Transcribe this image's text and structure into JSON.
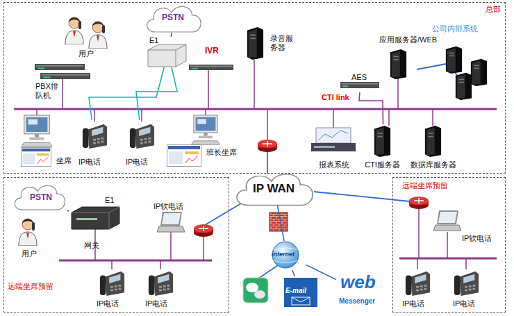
{
  "diagram": {
    "nodes": [
      {
        "text": [
          "总部"
        ]
      },
      {
        "text": [
          "用户"
        ],
        "in": 0
      },
      {
        "text": [
          "PSTN"
        ],
        "in": 0
      },
      {
        "text": [
          "E1"
        ],
        "in": 0
      },
      {
        "text": [
          "IVR"
        ],
        "in": 0
      },
      {
        "text": [
          "PBX排队机"
        ],
        "in": 0
      },
      {
        "text": [
          "录音服务器"
        ],
        "in": 0
      },
      {
        "text": [
          "AES"
        ],
        "in": 0
      },
      {
        "text": [
          "应用服务器/WEB"
        ],
        "in": 0
      },
      {
        "text": [
          "坐席"
        ],
        "in": 0
      },
      {
        "text": [
          "IP电话"
        ],
        "in": 0
      },
      {
        "text": [
          "IP电话"
        ],
        "in": 0
      },
      {
        "text": [
          "班长坐席"
        ],
        "in": 0
      },
      {
        "text": [
          "报表系统"
        ],
        "in": 0
      },
      {
        "text": [
          "CTI服务器"
        ],
        "in": 0
      },
      {
        "text": [
          "数据库服务器"
        ],
        "in": 0
      },
      {
        "text": [
          "IP WAN"
        ]
      },
      {
        "text": [
          "远端坐席预留"
        ]
      },
      {
        "text": [
          "PSTN"
        ],
        "in": 17
      },
      {
        "text": [
          "用户"
        ],
        "in": 17
      },
      {
        "text": [
          "E1",
          "网关"
        ],
        "in": 17
      },
      {
        "text": [
          "IP软电话"
        ],
        "in": 17
      },
      {
        "text": [
          "IP电话"
        ],
        "in": 17
      },
      {
        "text": [
          "IP电话"
        ],
        "in": 17
      },
      {
        "text": [
          "internet"
        ]
      },
      {
        "text": [
          "E-mail"
        ]
      },
      {
        "text": [
          "web",
          "Messenger"
        ]
      },
      {
        "text": [
          "远端坐席预留"
        ]
      },
      {
        "text": [
          "IP软电话"
        ],
        "in": 27
      },
      {
        "text": [
          "IP电话"
        ],
        "in": 27
      },
      {
        "text": [
          "IP电话"
        ],
        "in": 27
      }
    ],
    "edges": [
      {
        "from": 2,
        "to": 3,
        "arrow": "none"
      },
      {
        "from": 3,
        "to": 10,
        "arrow": "none"
      },
      {
        "from": 3,
        "to": 11,
        "arrow": "none"
      },
      {
        "from": 7,
        "to": 14,
        "label": "CTI link",
        "arrow": "none"
      },
      {
        "from": 16,
        "to": 24,
        "arrow": "none"
      },
      {
        "from": 24,
        "to": 25,
        "arrow": "none"
      },
      {
        "from": 24,
        "to": 26,
        "arrow": "none"
      },
      {
        "from": 18,
        "to": 20,
        "arrow": "none"
      }
    ],
    "labels": [
      "公司内部系统"
    ]
  }
}
